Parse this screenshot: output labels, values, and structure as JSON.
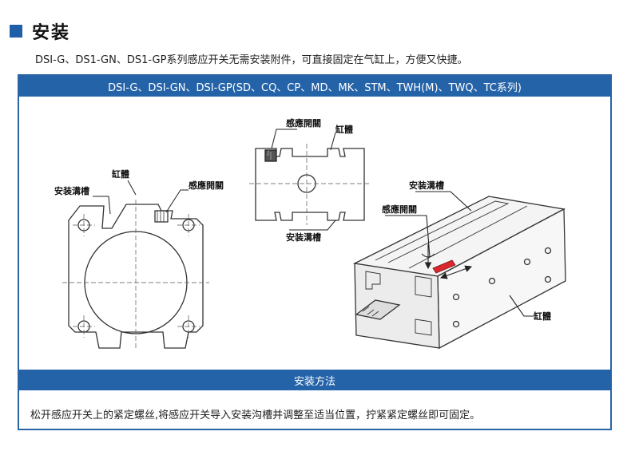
{
  "header": {
    "title": "安装",
    "description": "DSI-G、DS1-GN、DS1-GP系列感应开关无需安装附件，可直接固定在气缸上，方便又快捷。"
  },
  "panel": {
    "series_title": "DSI-G、DSI-GN、DSI-GP(SD、CQ、CP、MD、MK、STM、TWH(M)、TWQ、TC系列)",
    "method_title": "安装方法",
    "method_text": "松开感应开关上的紧定螺丝,将感应开关导入安装沟槽并调整至适当位置，拧紧紧定螺丝即可固定。"
  },
  "labels": {
    "left_groove": "安装溝槽",
    "left_cylinder": "缸體",
    "left_switch": "感應開關",
    "mid_switch": "感應開關",
    "mid_cylinder": "缸體",
    "mid_groove": "安装溝槽",
    "right_groove": "安装溝槽",
    "right_switch": "感應開關",
    "right_cylinder": "缸體"
  },
  "colors": {
    "accent": "#2563a9",
    "switch_red": "#d9272e",
    "outline": "#333333"
  }
}
